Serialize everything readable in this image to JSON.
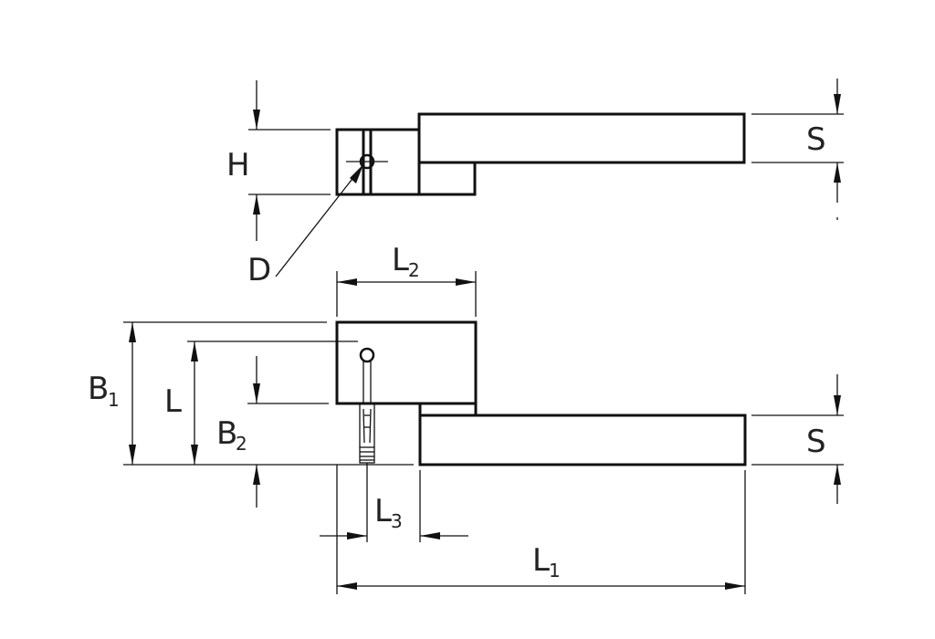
{
  "labels": {
    "H": "H",
    "S_top": "S",
    "D": "D",
    "L2_main": "L",
    "L2_sub": "2",
    "B1_main": "B",
    "B1_sub": "1",
    "L": "L",
    "B2_main": "B",
    "B2_sub": "2",
    "S_bottom": "S",
    "L3_main": "L",
    "L3_sub": "3",
    "L1_main": "L",
    "L1_sub": "1"
  }
}
